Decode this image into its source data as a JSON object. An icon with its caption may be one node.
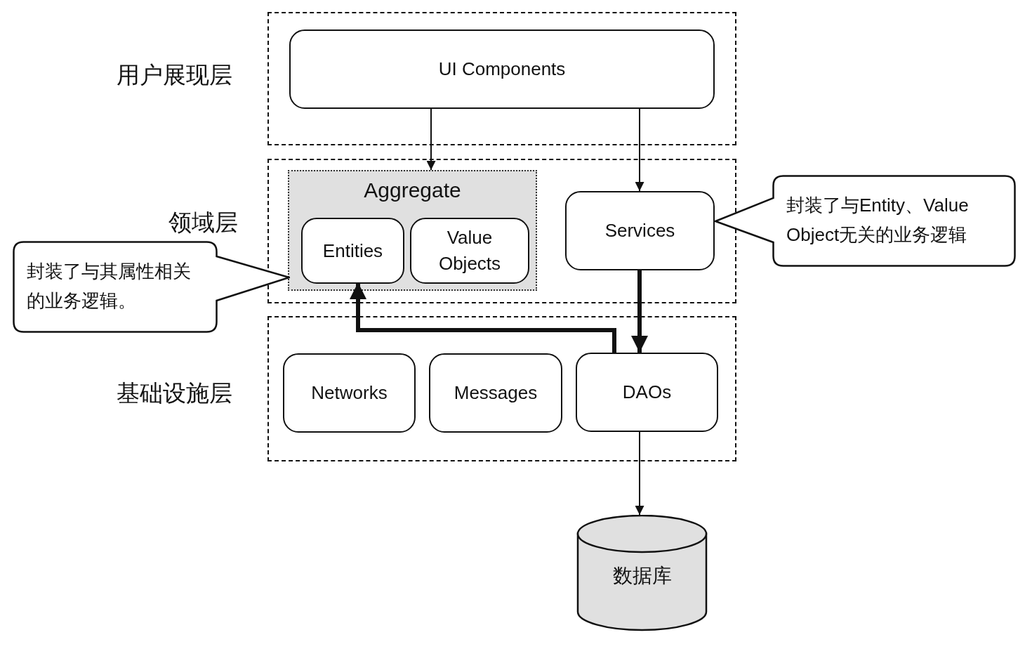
{
  "diagram": {
    "nodes": [
      {
        "text": [
          "用户展现层"
        ]
      },
      {
        "text": [
          "UI Components"
        ],
        "in": 0
      },
      {
        "text": [
          "领域层"
        ]
      },
      {
        "text": [
          "Aggregate"
        ],
        "in": 2
      },
      {
        "text": [
          "Entities"
        ],
        "in": 3
      },
      {
        "text": [
          "Value Objects"
        ],
        "in": 3
      },
      {
        "text": [
          "Services"
        ],
        "in": 2
      },
      {
        "text": [
          "基础设施层"
        ]
      },
      {
        "text": [
          "Networks"
        ],
        "in": 7
      },
      {
        "text": [
          "Messages"
        ],
        "in": 7
      },
      {
        "text": [
          "DAOs"
        ],
        "in": 7
      },
      {
        "text": [
          "数据库"
        ]
      },
      {
        "text": [
          "封装了与其属性相关的业务逻辑。"
        ]
      },
      {
        "text": [
          "封装了与Entity、Value Object无关的业务逻辑"
        ]
      }
    ],
    "edges": [
      {
        "from": 1,
        "to": 3,
        "arrow": "to"
      },
      {
        "from": 1,
        "to": 6,
        "arrow": "to"
      },
      {
        "from": 6,
        "to": 10,
        "arrow": "to",
        "style": "thick"
      },
      {
        "from": 10,
        "to": 4,
        "arrow": "to",
        "style": "thick"
      },
      {
        "from": 10,
        "to": 11,
        "arrow": "to"
      }
    ]
  }
}
